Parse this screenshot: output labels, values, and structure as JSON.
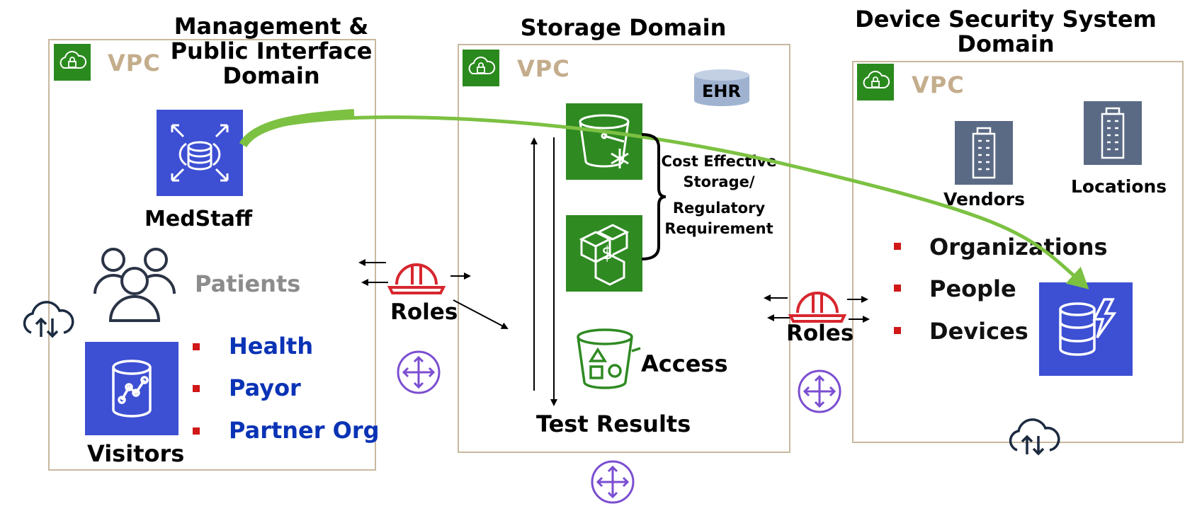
{
  "domains": {
    "management": {
      "title": [
        "Management &",
        "Public Interface",
        "Domain"
      ],
      "vpc": "VPC"
    },
    "storage": {
      "title": "Storage Domain",
      "vpc": "VPC"
    },
    "device": {
      "title": [
        "Device Security System",
        "Domain"
      ],
      "vpc": "VPC"
    }
  },
  "management": {
    "medstaff": "MedStaff",
    "patients": "Patients",
    "visitors": "Visitors",
    "visitor_types": [
      "Health",
      "Payor",
      "Partner Org"
    ]
  },
  "connectors": {
    "left_roles": "Roles",
    "right_roles": "Roles"
  },
  "storage": {
    "ehr": "EHR",
    "cost_note": [
      "Cost Effective",
      "Storage/",
      "Regulatory",
      "Requirement"
    ],
    "access": "Access",
    "test_results": "Test Results"
  },
  "device": {
    "vendors": "Vendors",
    "locations": "Locations",
    "entities": [
      "Organizations",
      "People",
      "Devices"
    ]
  },
  "colors": {
    "vpc_green": "#2b8a1e",
    "aws_blue": "#3d4fd3",
    "storage_green": "#2f8a22",
    "roles_red": "#d7262e",
    "link_purple": "#7b4ed1",
    "flow_green": "#7cc142",
    "bullet_red": "#d01818",
    "visitor_blue": "#0a33b5"
  }
}
